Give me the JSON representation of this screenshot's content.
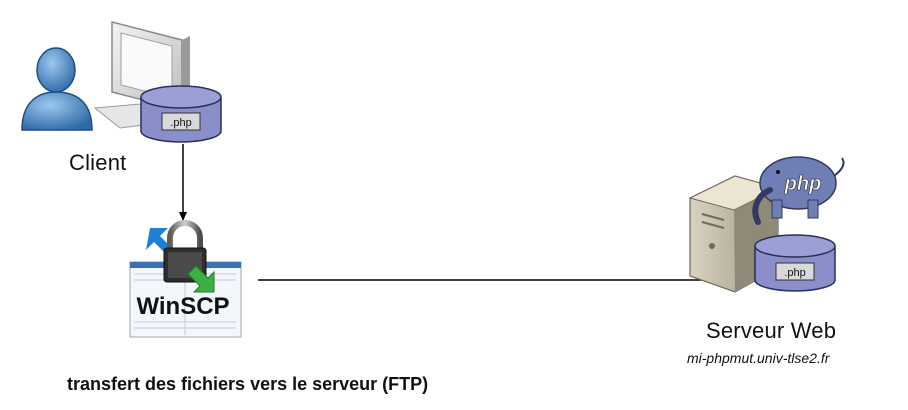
{
  "client": {
    "label": "Client",
    "file_label": ".php"
  },
  "tool": {
    "name": "WinSCP"
  },
  "server": {
    "label": "Serveur Web",
    "hostname": "mi-phpmut.univ-tlse2.fr",
    "file_label": ".php",
    "logo_text": "php"
  },
  "caption": "transfert des fichiers vers le serveur (FTP)",
  "colors": {
    "database_fill": "#8a8fc9",
    "database_stroke": "#2b2f5a",
    "user_blue": "#3f7fbf",
    "php_elephant": "#6f7fb6",
    "arrow": "#000000"
  }
}
